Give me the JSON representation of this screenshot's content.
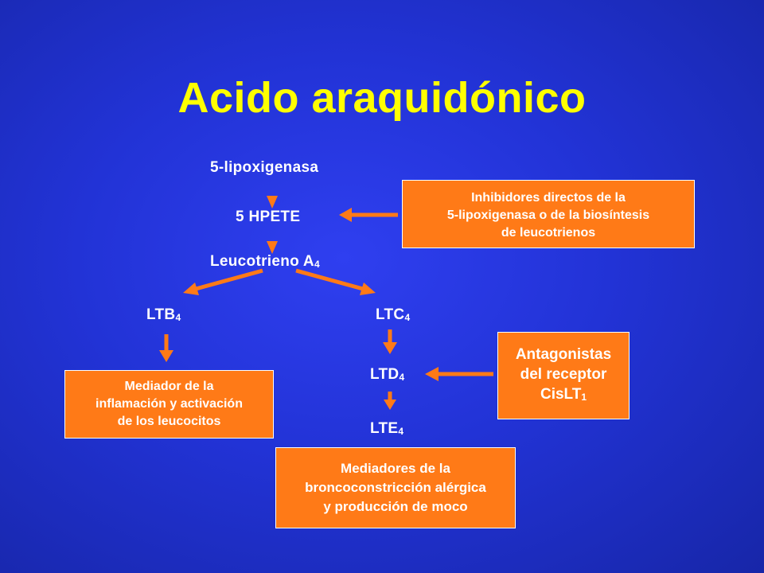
{
  "title": "Acido araquidónico",
  "nodes": {
    "lipoxigenasa": "5-lipoxigenasa",
    "hpete": "5 HPETE",
    "leucotrieno": "Leucotrieno A",
    "leucotrieno_sub": "4",
    "ltb": "LTB",
    "ltb_sub": "4",
    "ltc": "LTC",
    "ltc_sub": "4",
    "ltd": "LTD",
    "ltd_sub": "4",
    "lte": "LTE",
    "lte_sub": "4"
  },
  "boxes": {
    "inhibidores": [
      "Inhibidores directos de la",
      "5-lipoxigenasa o de la biosíntesis",
      "de leucotrienos"
    ],
    "mediador": [
      "Mediador de la",
      "inflamación y activación",
      "de los leucocitos"
    ],
    "antagonistas": [
      "Antagonistas",
      "del receptor",
      "CisLT"
    ],
    "antagonistas_sub": "1",
    "mediadores": [
      "Mediadores de la",
      "broncoconstricción alérgica",
      "y producción de moco"
    ]
  },
  "colors": {
    "background": "#2233d6",
    "title": "#ffff00",
    "box": "#ff7a17",
    "arrow": "#ff7a17",
    "text": "#ffffff"
  }
}
